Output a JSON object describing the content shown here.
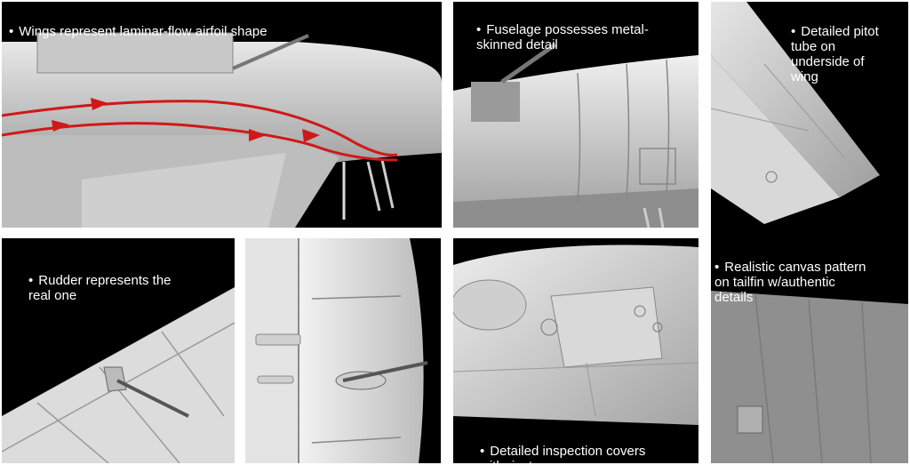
{
  "captions": {
    "wings": "Wings represent laminar-flow airfoil shape",
    "fuselage": "Fuselage possesses metal-\nskinned detail",
    "pitot": "Detailed pitot\ntube on\nunderside of\nwing",
    "rudder": "Rudder represents the\nreal one",
    "canvas": "Realistic canvas pattern\non tailfin w/authentic\ndetails",
    "inspection": "Detailed inspection covers\nwith rivets"
  },
  "bullet": "•",
  "colors": {
    "background": "#000000",
    "text": "#ffffff",
    "airflow": "#d01818",
    "model": "#d6d6d6"
  }
}
